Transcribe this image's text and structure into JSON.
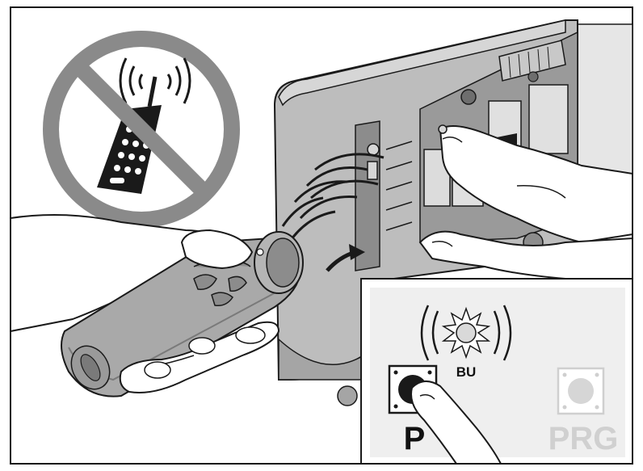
{
  "labels": {
    "bu": "BU",
    "p": "P",
    "prg": "PRG"
  },
  "colors": {
    "outline": "#1a1a1a",
    "box_body": "#bdbdbd",
    "box_shadow": "#8c8c8c",
    "box_dark": "#6e6e6e",
    "remote": "#a9a9a9",
    "remote_dark": "#7a7a7a",
    "prohibition": "#8a8a8a",
    "skin": "#ffffff",
    "inset_bg": "#efefef",
    "arrow": "#1a1a1a",
    "inactive": "#cfcfcf"
  },
  "icons": {
    "prohibition": "no-mobile-phone-icon",
    "signal": "radio-waves-icon",
    "push": "push-arrow-icon",
    "led": "led-flashing-icon"
  }
}
